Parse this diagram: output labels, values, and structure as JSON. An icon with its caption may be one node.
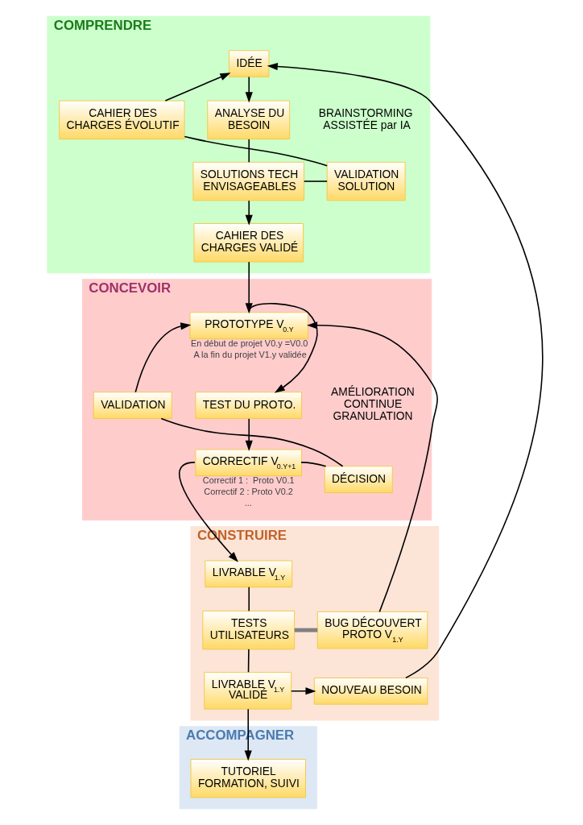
{
  "diagram": {
    "nodes": [
      {
        "text": [
          "COMPRENDRE"
        ]
      },
      {
        "text": [
          "IDÉE"
        ],
        "in": 0
      },
      {
        "text": [
          "CAHIER DES CHARGES ÉVOLUTIF"
        ],
        "in": 0
      },
      {
        "text": [
          "ANALYSE DU BESOIN"
        ],
        "in": 0
      },
      {
        "text": [
          "VALIDATION SOLUTION"
        ],
        "in": 0
      },
      {
        "text": [
          "SOLUTIONS TECH ENVISAGEABLES"
        ],
        "in": 0
      },
      {
        "text": [
          "CAHIER DES CHARGES VALIDÉ"
        ],
        "in": 0
      },
      {
        "text": [
          "CONCEVOIR"
        ]
      },
      {
        "text": [
          "PROTOTYPE V$_{0.Y}$"
        ],
        "in": 7,
        "beside": [
          "En début de projet V0.y =V0.0",
          "A la fin du projet V1.y validée"
        ]
      },
      {
        "text": [
          "VALIDATION"
        ],
        "in": 7
      },
      {
        "text": [
          "TEST DU PROTO."
        ],
        "in": 7
      },
      {
        "text": [
          "DÉCISION"
        ],
        "in": 7
      },
      {
        "text": [
          "CORRECTIF V$_{0.Y+1}$"
        ],
        "in": 7,
        "beside": [
          "Correctif 1 :  Proto V0.1",
          "Correctif 2 : Proto V0.2",
          "..."
        ]
      },
      {
        "text": [
          "CONSTRUIRE"
        ]
      },
      {
        "text": [
          "LIVRABLE V$_{1.Y}$"
        ],
        "in": 13
      },
      {
        "text": [
          "BUG DÉCOUVERT PROTO V$_{1.Y}$"
        ],
        "in": 13
      },
      {
        "text": [
          "TESTS UTILISATEURS"
        ],
        "in": 13
      },
      {
        "text": [
          "LIVRABLE V$_{1.Y}$ VALIDÉ"
        ],
        "in": 13
      },
      {
        "text": [
          "NOUVEAU BESOIN"
        ],
        "in": 13
      },
      {
        "text": [
          "ACCOMPAGNER"
        ]
      },
      {
        "text": [
          "TUTORIEL FORMATION, SUIVI"
        ],
        "in": 19
      }
    ],
    "edges": [
      {
        "from": 2,
        "to": 1,
        "arrow": "to"
      },
      {
        "from": 1,
        "to": 3,
        "arrow": "to"
      },
      {
        "from": 3,
        "to": 5,
        "arrow": "none"
      },
      {
        "from": 5,
        "to": 4,
        "arrow": "none"
      },
      {
        "from": 4,
        "to": 2,
        "arrow": "none"
      },
      {
        "from": 5,
        "to": 6,
        "arrow": "to"
      },
      {
        "from": 6,
        "to": 8,
        "arrow": "to"
      },
      {
        "from": 8,
        "to": 10,
        "arrow": "to"
      },
      {
        "from": 10,
        "to": 12,
        "arrow": "to"
      },
      {
        "from": 12,
        "to": 11,
        "arrow": "none"
      },
      {
        "from": 11,
        "to": 9,
        "arrow": "none"
      },
      {
        "from": 9,
        "to": 8,
        "arrow": "to"
      },
      {
        "from": 12,
        "to": 14,
        "arrow": "to"
      },
      {
        "from": 14,
        "to": 16,
        "arrow": "none"
      },
      {
        "from": 16,
        "to": 15,
        "arrow": "none",
        "color": "#808080",
        "style": "thick"
      },
      {
        "from": 16,
        "to": 17,
        "arrow": "none"
      },
      {
        "from": 15,
        "to": 8,
        "arrow": "to"
      },
      {
        "from": 17,
        "to": 18,
        "arrow": "to"
      },
      {
        "from": 18,
        "to": 1,
        "arrow": "to"
      },
      {
        "from": 17,
        "to": 20,
        "arrow": "to"
      }
    ],
    "labels": [
      "BRAINSTORMING ASSISTÉE par IA",
      "AMÉLIORATION CONTINUE GRANULATION"
    ]
  }
}
